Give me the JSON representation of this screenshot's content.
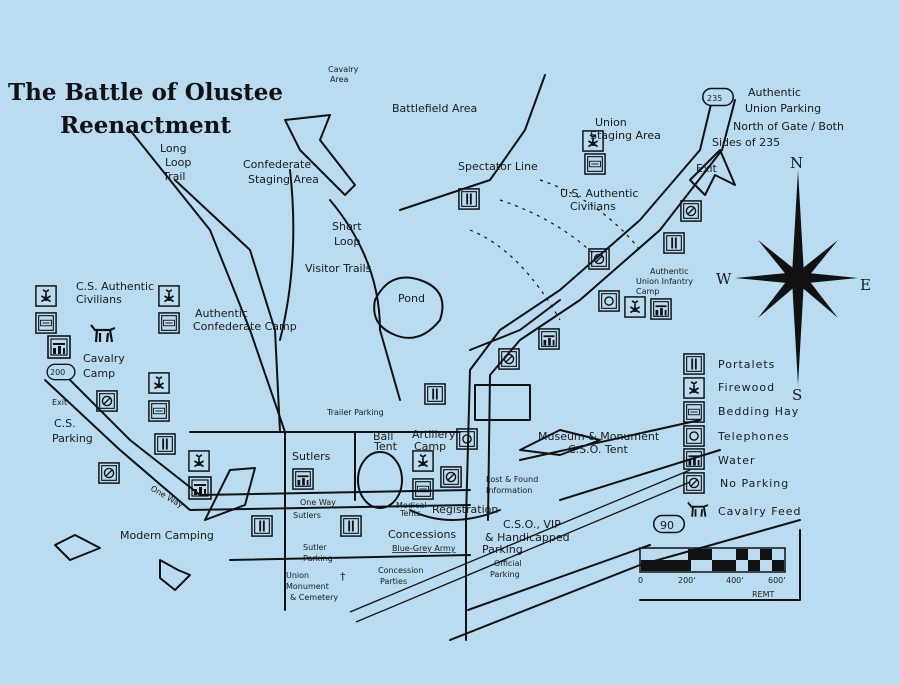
{
  "title": {
    "line1": "The Battle of Olustee",
    "line2": "Reenactment"
  },
  "labels": {
    "cavalry_area": [
      "Cavalry",
      "Area"
    ],
    "battlefield_area": "Battlefield Area",
    "long_loop_trail": [
      "Long",
      "Loop",
      "Trail"
    ],
    "confederate_staging": [
      "Confederate",
      "Staging Area"
    ],
    "union_staging": [
      "Union",
      "Staging Area"
    ],
    "spectator_line": "Spectator Line",
    "us_civilians": [
      "U.S. Authentic",
      "Civilians"
    ],
    "union_parking": [
      "Authentic",
      "Union Parking",
      "North of Gate / Both",
      "Sides of 235"
    ],
    "exit_east": "Exit",
    "short_loop": [
      "Short",
      "Loop"
    ],
    "visitor_trails": "Visitor Trails",
    "pond": "Pond",
    "union_infantry": [
      "Authentic",
      "Union Infantry",
      "Camp"
    ],
    "cs_civilians": [
      "C.S. Authentic",
      "Civilians"
    ],
    "confederate_camp": [
      "Authentic",
      "Confederate Camp"
    ],
    "cavalry_camp": [
      "Cavalry",
      "Camp"
    ],
    "exit_west": "Exit",
    "cs_parking": [
      "C.S.",
      "Parking"
    ],
    "trailer_parking": "Trailer Parking",
    "ball_tent": [
      "Ball",
      "Tent"
    ],
    "artillery_camp": [
      "Artillery",
      "Camp"
    ],
    "museum": [
      "Museum & Monument",
      "C.S.O. Tent"
    ],
    "sutlers_top": "Sutlers",
    "one_way_mid": "One Way",
    "sutlers_bottom": "Sutlers",
    "lost_found": [
      "Lost & Found",
      "Information"
    ],
    "medical_tents": [
      "Medical",
      "Tents"
    ],
    "registration": "Registration",
    "cso_parking": [
      "C.S.O., VIP",
      "& Handicapped",
      "Parking"
    ],
    "one_way_left": "One Way",
    "modern_camping": "Modern Camping",
    "concessions": [
      "Concessions",
      "Blue-Grey Army"
    ],
    "sutler_parking": [
      "Sutler",
      "Parking"
    ],
    "union_monument": [
      "Union",
      "Monument",
      "& Cemetery"
    ],
    "concession_parties": [
      "Concession",
      "Parties"
    ],
    "official_parking": [
      "Official",
      "Parking"
    ]
  },
  "routes": {
    "r235": "235",
    "r200": "200",
    "r90": "90"
  },
  "compass": {
    "n": "N",
    "s": "S",
    "e": "E",
    "w": "W"
  },
  "legend": {
    "items": [
      {
        "icon": "portalet",
        "label": "Portalets"
      },
      {
        "icon": "firewood",
        "label": "Firewood"
      },
      {
        "icon": "hay",
        "label": "Bedding Hay"
      },
      {
        "icon": "telephone",
        "label": "Telephones"
      },
      {
        "icon": "water",
        "label": "Water"
      },
      {
        "icon": "no-parking",
        "label": "No Parking"
      },
      {
        "icon": "horse",
        "label": "Cavalry Feed"
      }
    ],
    "hay_text": "HAY"
  },
  "scale": {
    "ticks": [
      "0",
      "200'",
      "400'",
      "600'"
    ],
    "signature": "REMT"
  },
  "colors": {
    "paper": "#b9dcf1",
    "ink": "#111111"
  }
}
